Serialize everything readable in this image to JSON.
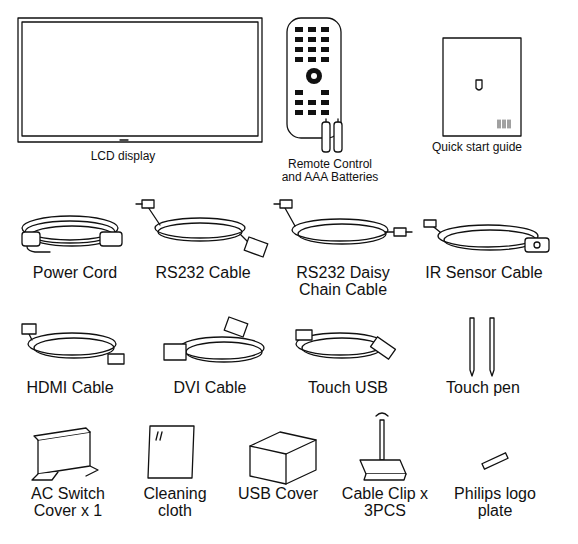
{
  "diagram": {
    "labels": [
      "LCD display",
      "Remote Control and AAA Batteries",
      "Quick start guide",
      "Power Cord",
      "RS232 Cable",
      "RS232 Daisy Chain Cable",
      "IR Sensor Cable",
      "HDMI Cable",
      "DVI Cable",
      "Touch USB",
      "Touch pen",
      "AC Switch Cover x 1",
      "Cleaning cloth",
      "USB Cover",
      "Cable Clip x 3PCS",
      "Philips logo plate"
    ]
  }
}
